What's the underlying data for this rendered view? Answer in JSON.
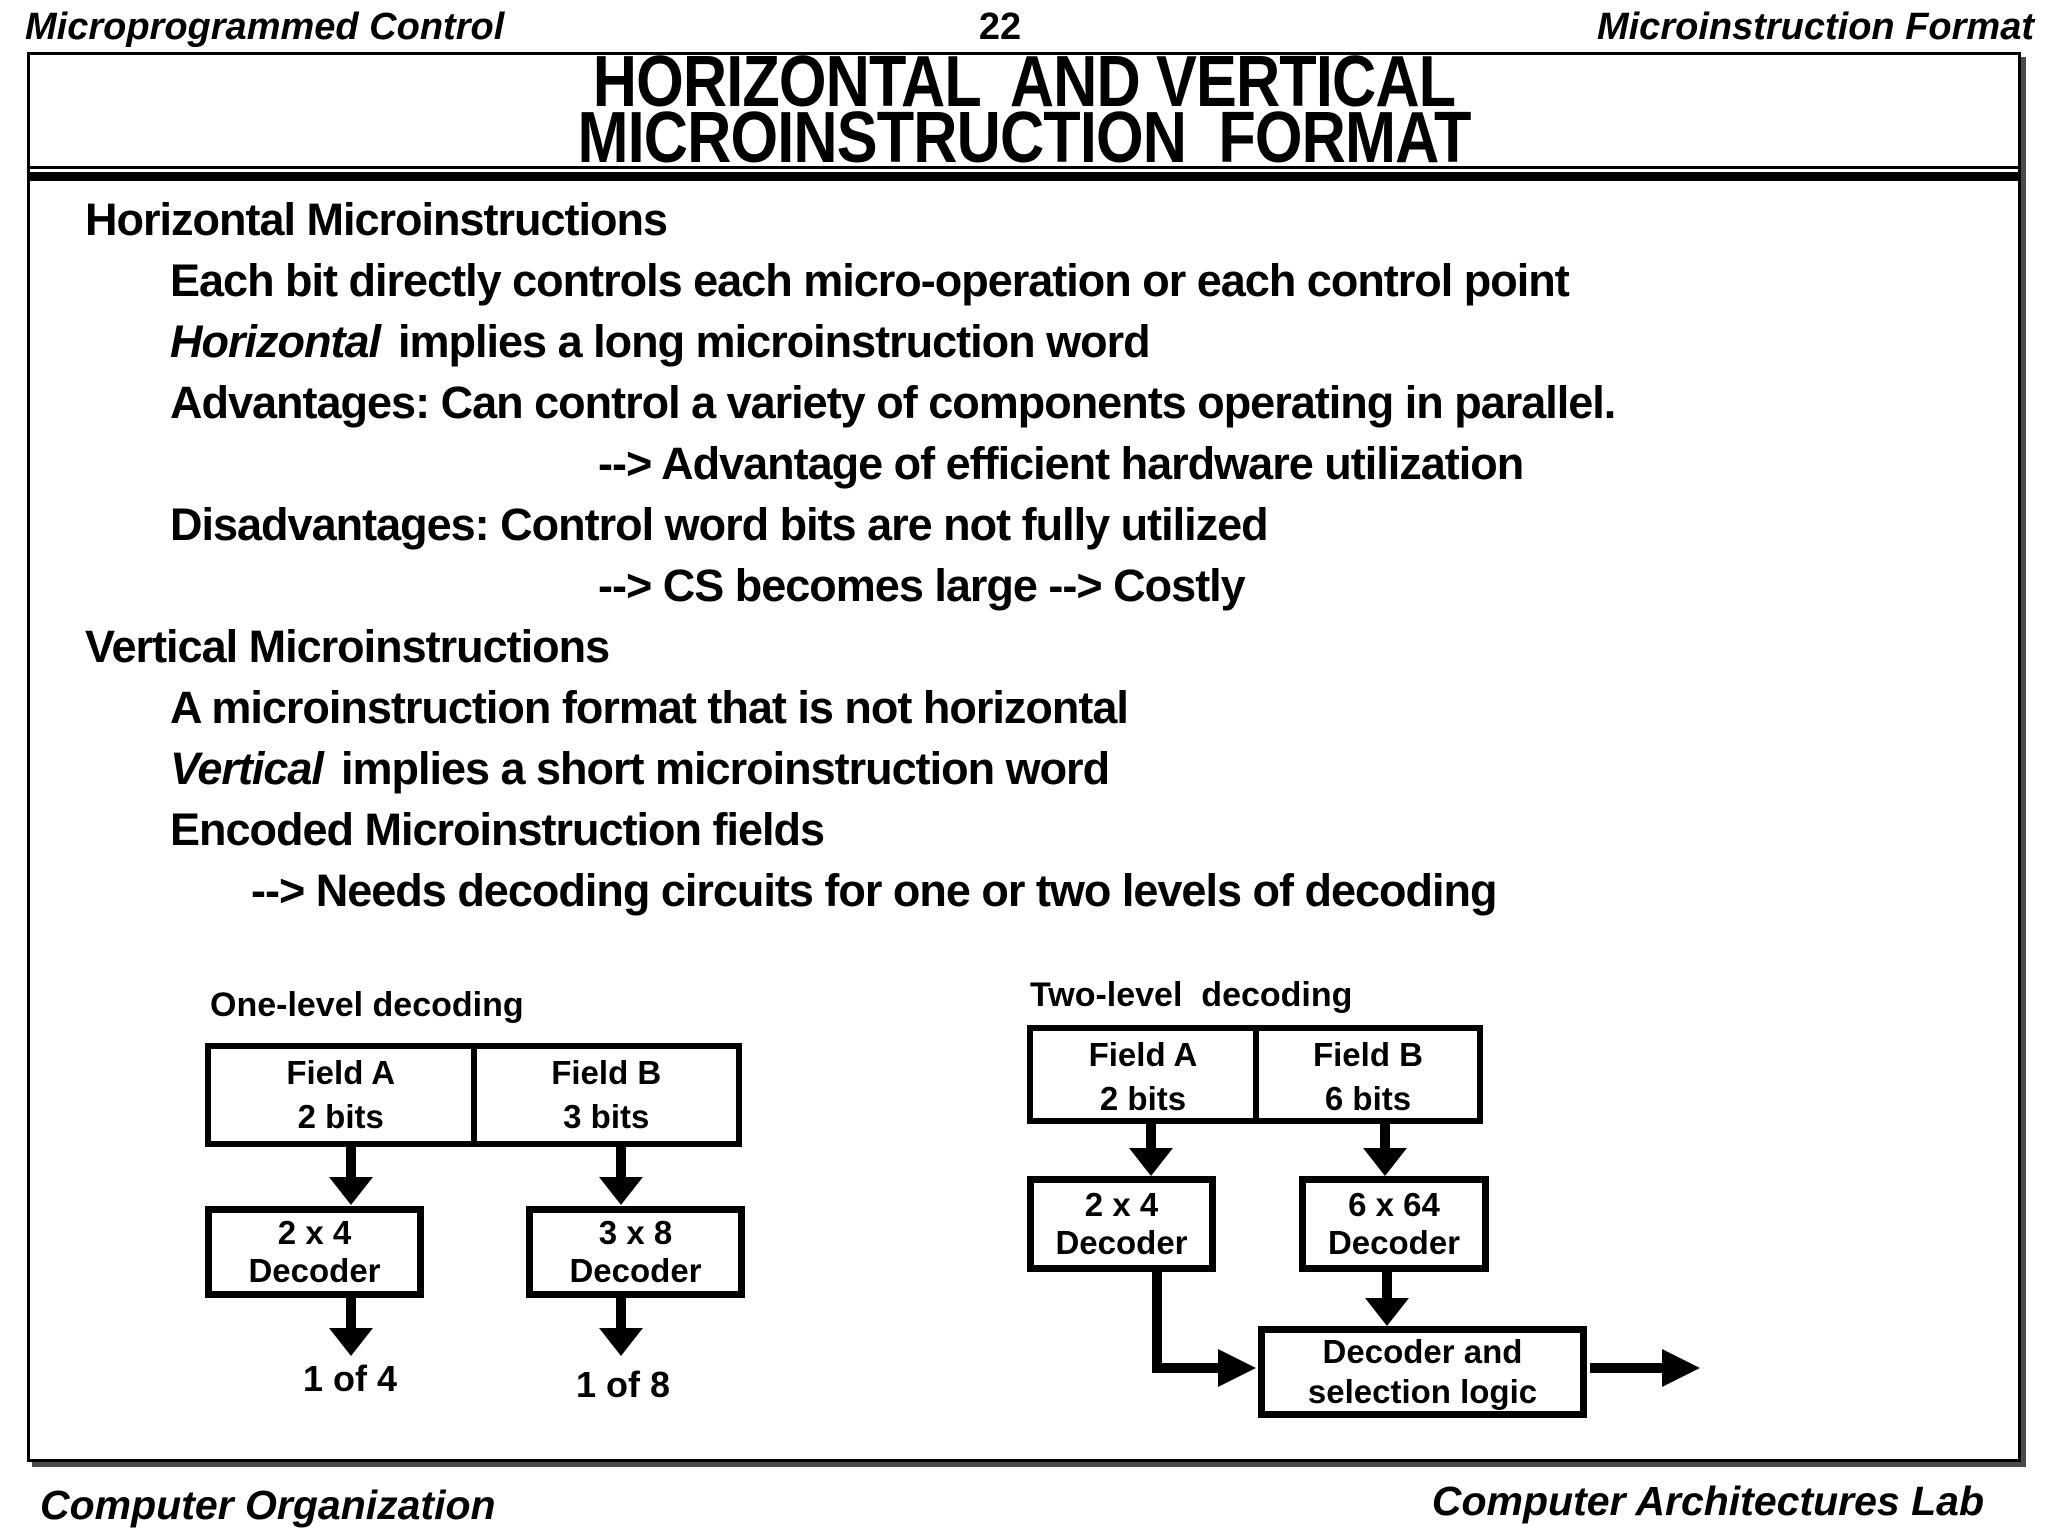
{
  "header": {
    "left": "Microprogrammed Control",
    "page_number": "22",
    "right": "Microinstruction Format"
  },
  "title": {
    "line1": "HORIZONTAL  AND VERTICAL",
    "line2": "MICROINSTRUCTION  FORMAT"
  },
  "content": {
    "lines": [
      {
        "text": "Horizontal Microinstructions"
      },
      {
        "text": "Each bit directly controls each micro-operation or each control point"
      },
      {
        "lead": "Horizontal",
        "text": "implies a long microinstruction word"
      },
      {
        "text": "Advantages: Can control a variety of components operating in parallel."
      },
      {
        "text": "--> Advantage of efficient hardware utilization"
      },
      {
        "text": "Disadvantages: Control word bits are not fully utilized"
      },
      {
        "text": "--> CS becomes large --> Costly"
      },
      {
        "text": "Vertical Microinstructions"
      },
      {
        "text": "A microinstruction format that is not horizontal"
      },
      {
        "lead": "Vertical",
        "text": "implies a short microinstruction word"
      },
      {
        "text": "Encoded Microinstruction fields"
      },
      {
        "text": "--> Needs decoding circuits for one or two levels of decoding"
      }
    ]
  },
  "diagrams": {
    "one_level": {
      "label": "One-level decoding",
      "field_a": {
        "name": "Field A",
        "bits": "2 bits"
      },
      "field_b": {
        "name": "Field B",
        "bits": "3 bits"
      },
      "decoder_a": {
        "line1": "2 x 4",
        "line2": "Decoder"
      },
      "decoder_b": {
        "line1": "3 x 8",
        "line2": "Decoder"
      },
      "output_a": "1 of 4",
      "output_b": "1 of 8"
    },
    "two_level": {
      "label": "Two-level  decoding",
      "field_a": {
        "name": "Field A",
        "bits": "2 bits"
      },
      "field_b": {
        "name": "Field B",
        "bits": "6 bits"
      },
      "decoder_a": {
        "line1": "2 x 4",
        "line2": "Decoder"
      },
      "decoder_b": {
        "line1": "6 x 64",
        "line2": "Decoder"
      },
      "selection": {
        "line1": "Decoder and",
        "line2": "selection logic"
      }
    }
  },
  "footer": {
    "left": "Computer Organization",
    "right": "Computer Architectures Lab"
  },
  "colors": {
    "foreground": "#000000",
    "background": "#ffffff"
  }
}
